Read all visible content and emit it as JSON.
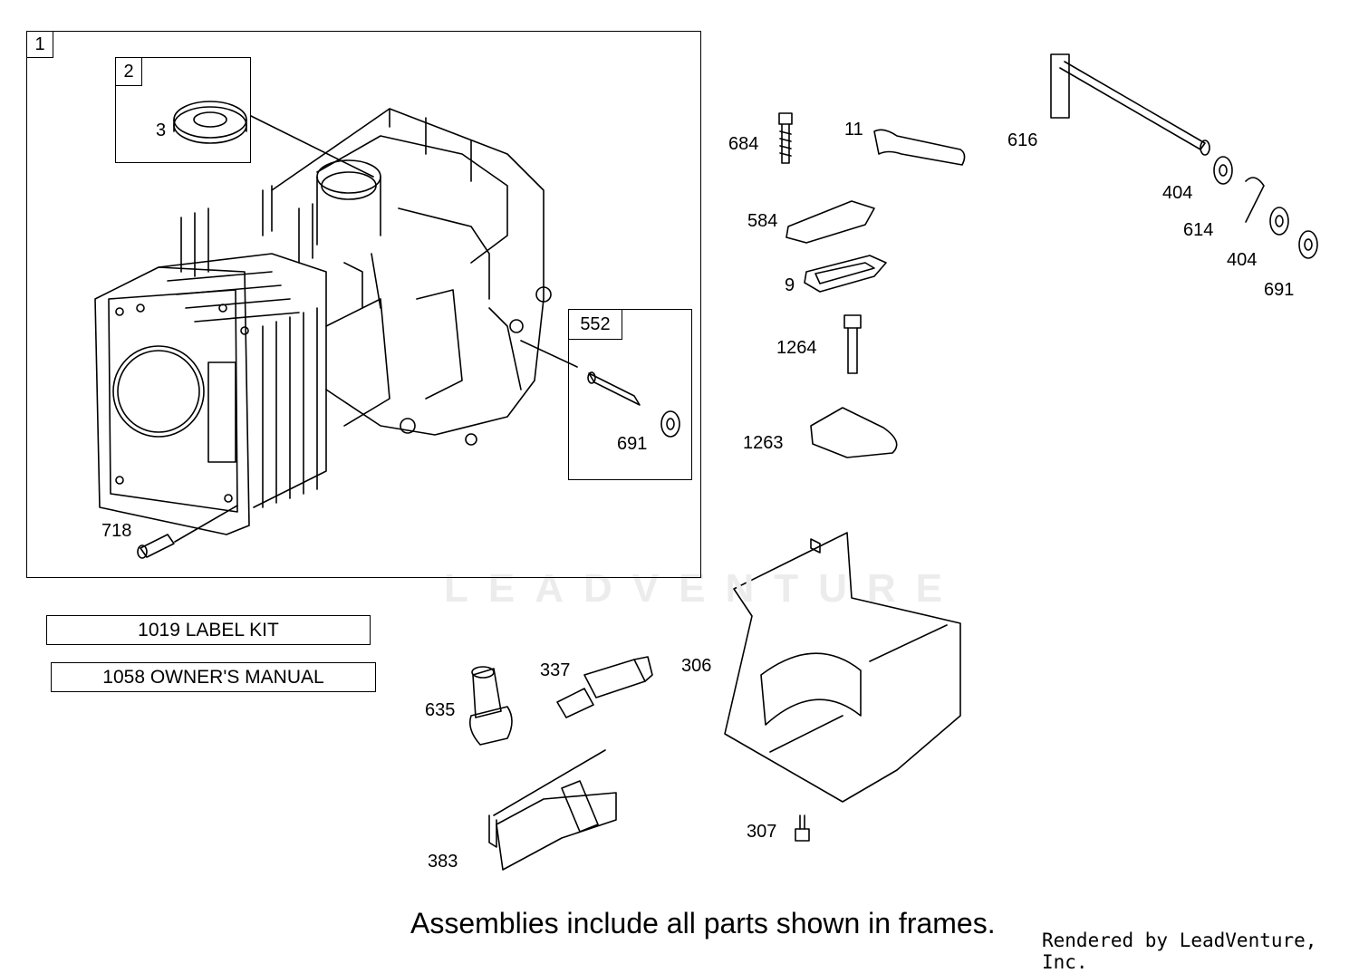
{
  "frames": {
    "engine_frame_tag": "1",
    "seal_frame_tag": "2",
    "pin_frame_tag": "552"
  },
  "callouts": {
    "p3": "3",
    "p718": "718",
    "p691a": "691",
    "p684": "684",
    "p11": "11",
    "p616": "616",
    "p404a": "404",
    "p614": "614",
    "p404b": "404",
    "p691b": "691",
    "p584": "584",
    "p9": "9",
    "p1264": "1264",
    "p1263": "1263",
    "p635": "635",
    "p337": "337",
    "p306": "306",
    "p307": "307",
    "p383": "383"
  },
  "kits": {
    "label_kit": "1019 LABEL KIT",
    "owners_manual": "1058 OWNER'S MANUAL"
  },
  "watermark": "LEADVENTURE",
  "footer": "Assemblies include all parts shown in frames.",
  "credit": "Rendered by LeadVenture, Inc."
}
